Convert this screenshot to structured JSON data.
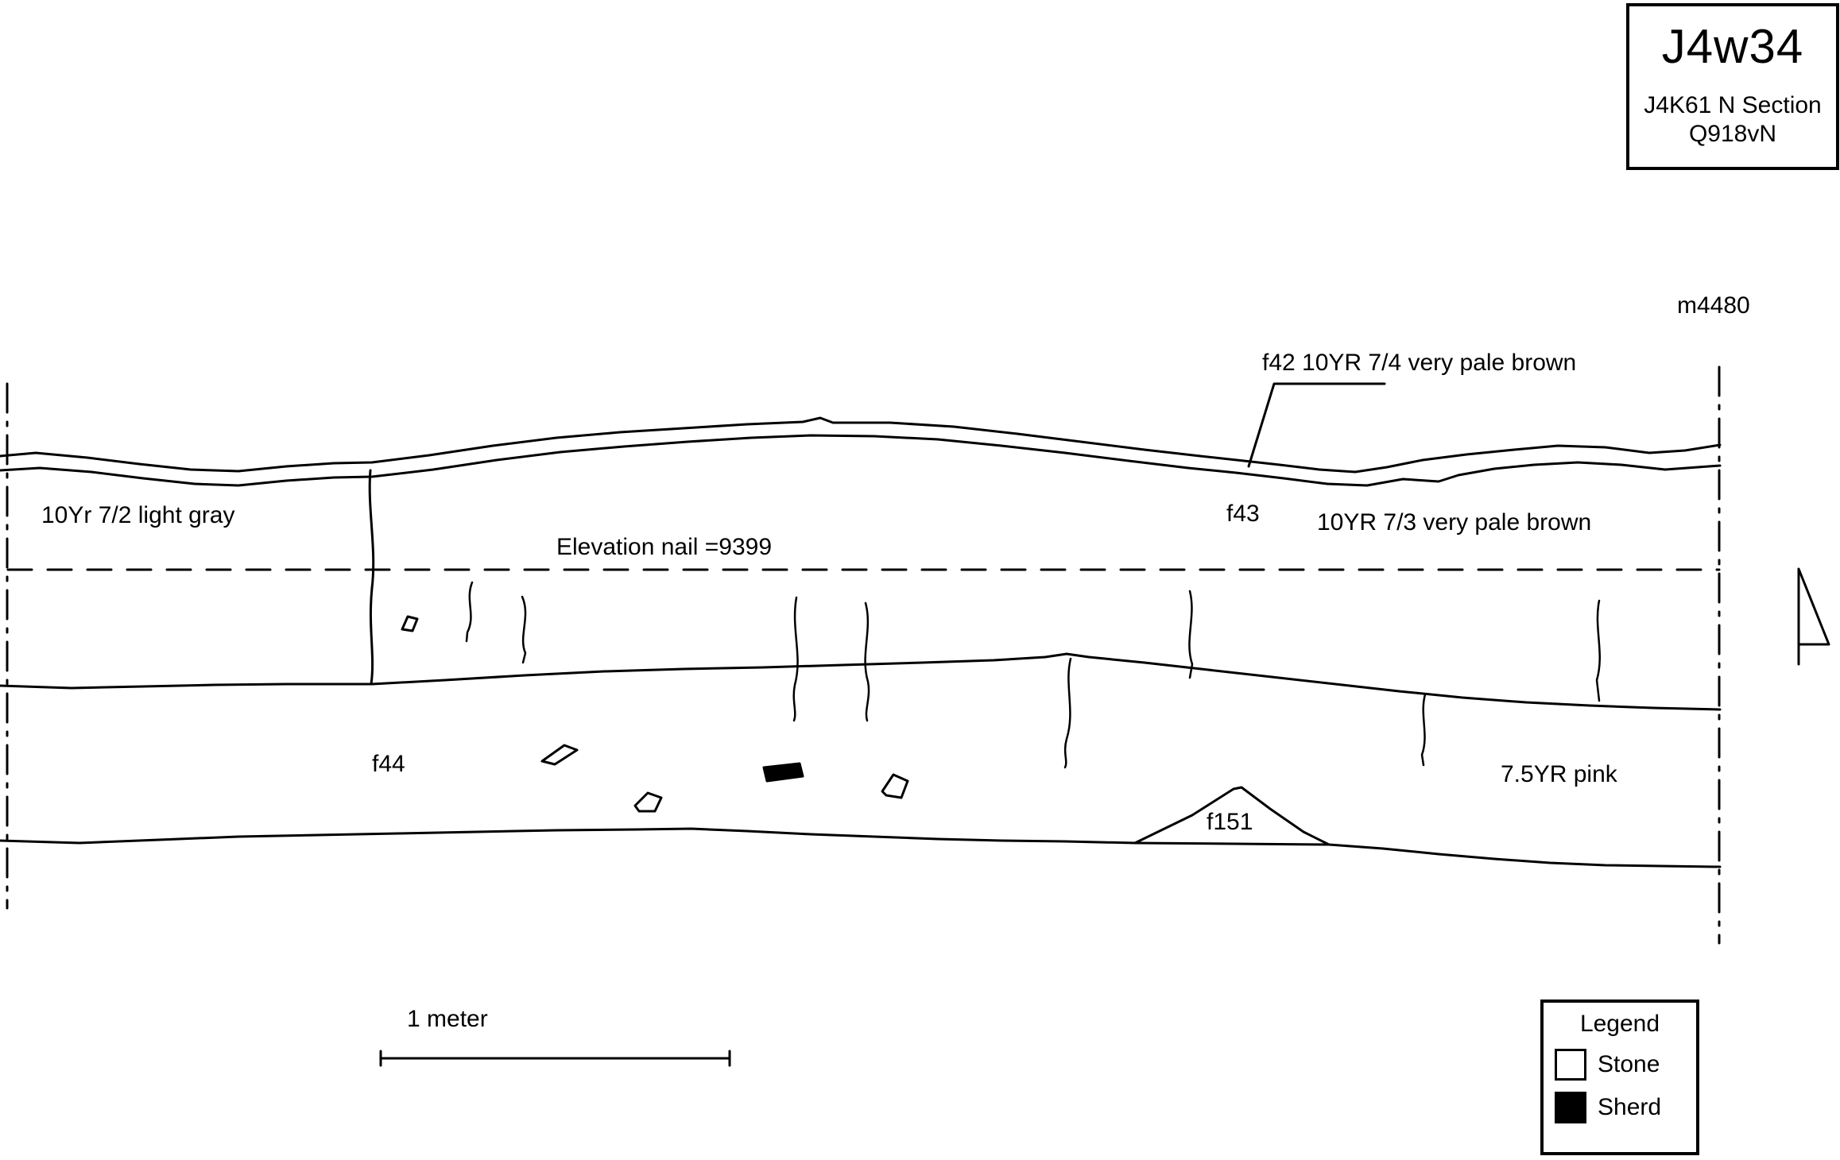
{
  "header": {
    "title": "J4w34",
    "subtitle1": "J4K61 N Section",
    "subtitle2": "Q918vN"
  },
  "annotations": {
    "marker": "m4480",
    "f42_label": "f42 10YR 7/4 very pale brown",
    "layer1_label": "10Yr 7/2 light gray",
    "f43_label": "f43",
    "layer2_label": "10YR 7/3 very pale brown",
    "elevation_label": "Elevation nail =9399",
    "f44_label": "f44",
    "layer3_label": "7.5YR pink",
    "f151_label": "f151"
  },
  "scale_bar": {
    "label": "1 meter"
  },
  "legend": {
    "title": "Legend",
    "items": [
      {
        "label": "Stone",
        "fill": "#ffffff"
      },
      {
        "label": "Sherd",
        "fill": "#000000"
      }
    ]
  },
  "colors": {
    "ink": "#000000",
    "paper": "#ffffff"
  }
}
